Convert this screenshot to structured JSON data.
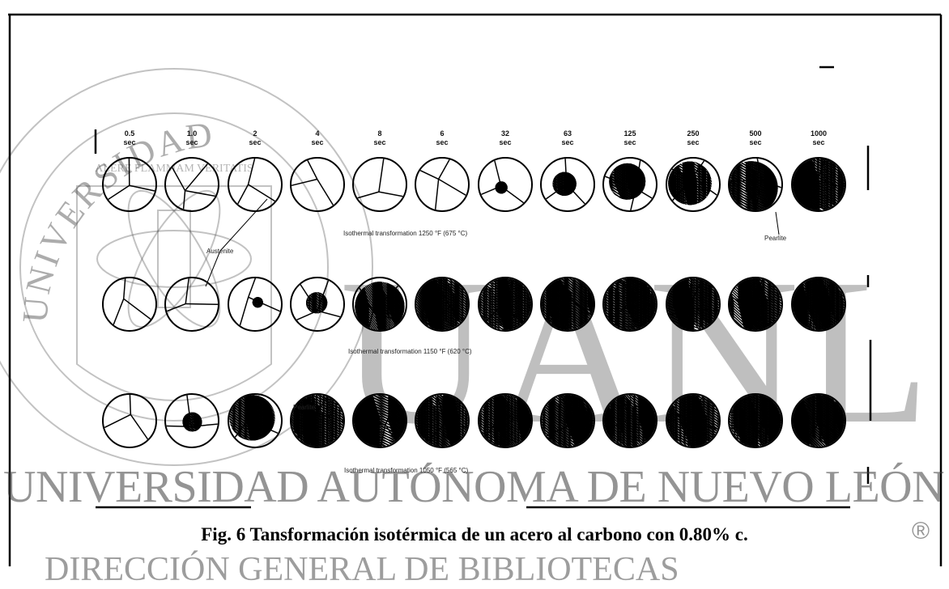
{
  "times": [
    {
      "value": "0.5",
      "unit": "sec"
    },
    {
      "value": "1.0",
      "unit": "sec"
    },
    {
      "value": "2",
      "unit": "sec"
    },
    {
      "value": "4",
      "unit": "sec"
    },
    {
      "value": "8",
      "unit": "sec"
    },
    {
      "value": "6",
      "unit": "sec"
    },
    {
      "value": "32",
      "unit": "sec"
    },
    {
      "value": "63",
      "unit": "sec"
    },
    {
      "value": "125",
      "unit": "sec"
    },
    {
      "value": "250",
      "unit": "sec"
    },
    {
      "value": "500",
      "unit": "sec"
    },
    {
      "value": "1000",
      "unit": "sec"
    }
  ],
  "rows": [
    {
      "caption": "Isothermal transformation 1250 °F (675 °C)",
      "pearlite_fraction": [
        0,
        0,
        0,
        0,
        0,
        0,
        0.04,
        0.15,
        0.35,
        0.5,
        0.75,
        1
      ]
    },
    {
      "caption": "Isothermal transformation 1150 °F (620 °C)",
      "pearlite_fraction": [
        0,
        0,
        0.03,
        0.12,
        0.65,
        1,
        1,
        1,
        1,
        1,
        1,
        1
      ]
    },
    {
      "caption": "Isothermal transformation 1050 °F (565 °C)",
      "pearlite_fraction": [
        0,
        0.1,
        0.55,
        0.95,
        1,
        1,
        1,
        1,
        1,
        1,
        1,
        1
      ]
    }
  ],
  "labels": {
    "austenite": "Austenite",
    "pearlite_row1": "Pearlite",
    "pearlite_row3": "Pearlite"
  },
  "caption": "Fig. 6  Tansformación isotérmica de un acero al carbono con 0.80% c.",
  "watermark": {
    "big": "UANL",
    "university": "UNIVERSIDAD AUTÓNOMA DE NUEVO LEÓN",
    "direction": "DIRECCIÓN GENERAL DE BIBLIOTECAS",
    "registered": "®",
    "seal_text": "UNIVERSIDAD AUTONOMA DE NUEVO LEON",
    "seal_motto": "ALERE FLAMMAM VERITATIS"
  }
}
